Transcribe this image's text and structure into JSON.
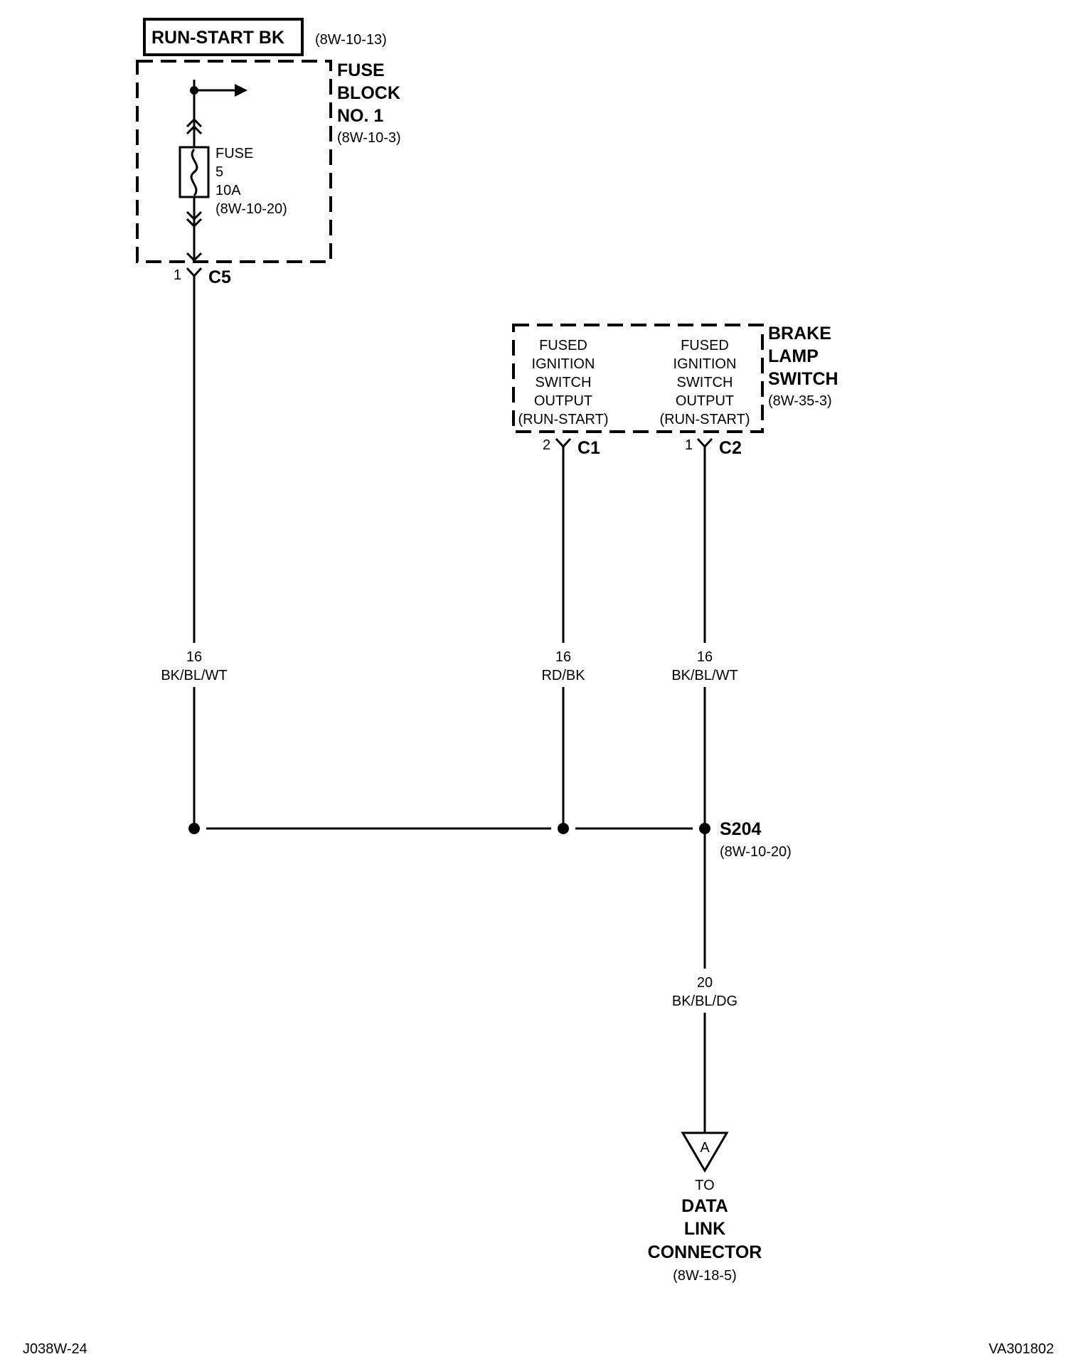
{
  "top_box": {
    "label": "RUN-START BK",
    "ref": "(8W-10-13)"
  },
  "fuse_block": {
    "title": [
      "FUSE",
      "BLOCK",
      "NO. 1"
    ],
    "ref": "(8W-10-3)",
    "fuse": {
      "label": "FUSE",
      "number": "5",
      "rating": "10A",
      "ref": "(8W-10-20)"
    },
    "connector": {
      "pin": "1",
      "name": "C5"
    }
  },
  "brake_lamp_switch": {
    "title": [
      "BRAKE",
      "LAMP",
      "SWITCH"
    ],
    "ref": "(8W-35-3)",
    "outputs": [
      {
        "lines": [
          "FUSED",
          "IGNITION",
          "SWITCH",
          "OUTPUT",
          "(RUN-START)"
        ],
        "pin": "2",
        "connector": "C1"
      },
      {
        "lines": [
          "FUSED",
          "IGNITION",
          "SWITCH",
          "OUTPUT",
          "(RUN-START)"
        ],
        "pin": "1",
        "connector": "C2"
      }
    ]
  },
  "wires": [
    {
      "gauge": "16",
      "color": "BK/BL/WT"
    },
    {
      "gauge": "16",
      "color": "RD/BK"
    },
    {
      "gauge": "16",
      "color": "BK/BL/WT"
    },
    {
      "gauge": "20",
      "color": "BK/BL/DG"
    }
  ],
  "splice": {
    "name": "S204",
    "ref": "(8W-10-20)"
  },
  "destination": {
    "marker": "A",
    "to": "TO",
    "name": [
      "DATA",
      "LINK",
      "CONNECTOR"
    ],
    "ref": "(8W-18-5)"
  },
  "footer": {
    "left": "J038W-24",
    "right": "VA301802"
  }
}
